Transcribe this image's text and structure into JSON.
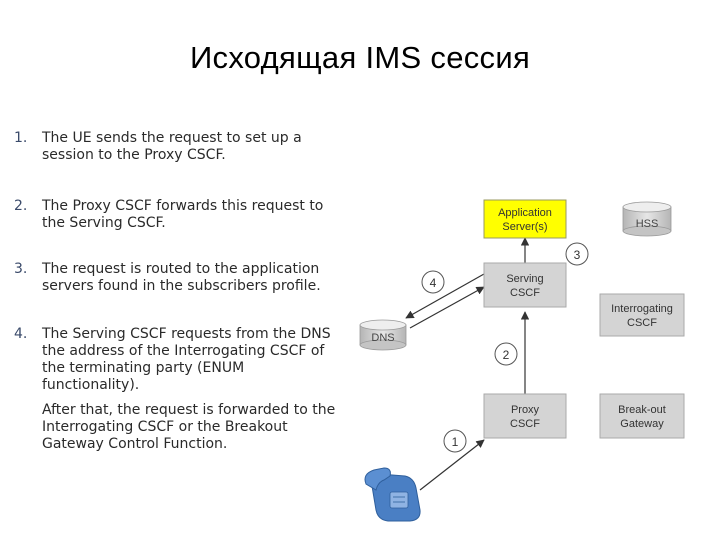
{
  "title": "Исходящая IMS сессия",
  "steps": [
    {
      "num": "1.",
      "text": "The UE sends the request to set up a session to the Proxy CSCF."
    },
    {
      "num": "2.",
      "text": "The Proxy CSCF forwards this request to the Serving CSCF."
    },
    {
      "num": "3.",
      "text": "The request is routed to the application servers found in the subscribers profile."
    },
    {
      "num": "4.",
      "text": "The Serving CSCF requests from the DNS the address of the Interrogating CSCF of the terminating party (ENUM functionality)."
    }
  ],
  "step4_continuation": "After that, the request is forwarded to the Interrogating CSCF or the Breakout Gateway Control Function.",
  "diagram": {
    "app_server": [
      "Application",
      "Server(s)"
    ],
    "hss": "HSS",
    "serving_cscf": [
      "Serving",
      "CSCF"
    ],
    "interrogating_cscf": [
      "Interrogating",
      "CSCF"
    ],
    "dns": "DNS",
    "proxy_cscf": [
      "Proxy",
      "CSCF"
    ],
    "breakout_gateway": [
      "Break-out",
      "Gateway"
    ],
    "markers": [
      "1",
      "2",
      "3",
      "4"
    ]
  },
  "colors": {
    "app_server_fill": "#ffff00",
    "node_fill": "#d4d4d4",
    "cylinder_fill": "#cfcfcf",
    "phone": "#4a7fc4",
    "text": "#333333"
  }
}
